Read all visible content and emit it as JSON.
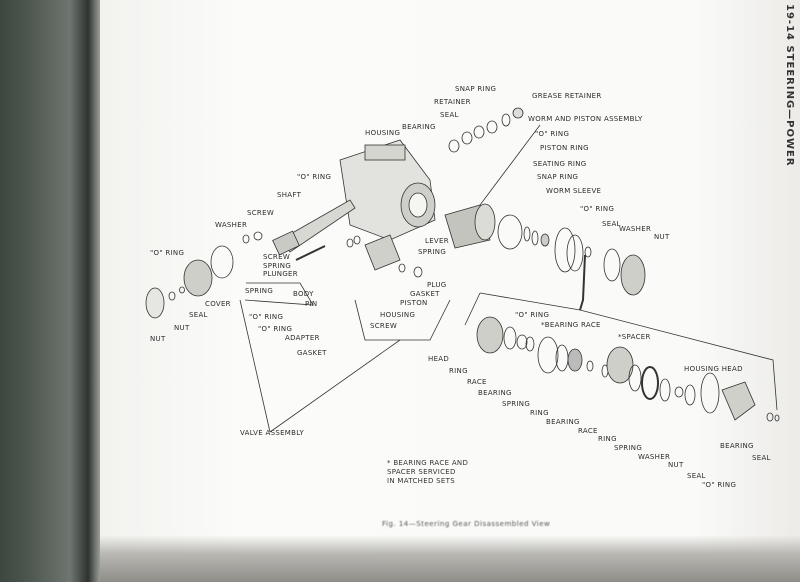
{
  "page_header": "19-14   STEERING—POWER",
  "labels": [
    "SNAP RING",
    "RETAINER",
    "SEAL",
    "BEARING",
    "GREASE RETAINER",
    "WORM AND PISTON ASSEMBLY",
    "\"O\" RING",
    "PISTON RING",
    "SEATING RING",
    "SNAP RING",
    "WORM SLEEVE",
    "\"O\" RING",
    "SEAL",
    "WASHER",
    "NUT",
    "HOUSING",
    "\"O\" RING",
    "SHAFT",
    "SCREW",
    "WASHER",
    "\"O\" RING",
    "SCREW",
    "SPRING",
    "PLUNGER",
    "SPRING",
    "BODY",
    "PIN",
    "\"O\" RING",
    "\"O\" RING",
    "ADAPTER",
    "GASKET",
    "COVER",
    "SEAL",
    "NUT",
    "NUT",
    "LEVER",
    "SPRING",
    "PLUG",
    "GASKET",
    "PISTON",
    "HOUSING",
    "SCREW",
    "VALVE ASSEMBLY",
    "\"O\" RING",
    "*BEARING RACE",
    "HEAD",
    "RING",
    "RACE",
    "BEARING",
    "SPRING",
    "RING",
    "BEARING",
    "RACE",
    "*SPACER",
    "HOUSING HEAD",
    "RING",
    "SPRING",
    "WASHER",
    "NUT",
    "SEAL",
    "\"O\" RING",
    "BEARING",
    "SEAL"
  ],
  "footnote": [
    "* BEARING RACE AND",
    "SPACER SERVICED",
    "IN MATCHED SETS"
  ],
  "caption": "Fig. 14—Steering Gear Disassembled View",
  "colors": {
    "binding": "#4e5850",
    "paper": "#fafaf8",
    "ink": "#2c2c2c"
  }
}
